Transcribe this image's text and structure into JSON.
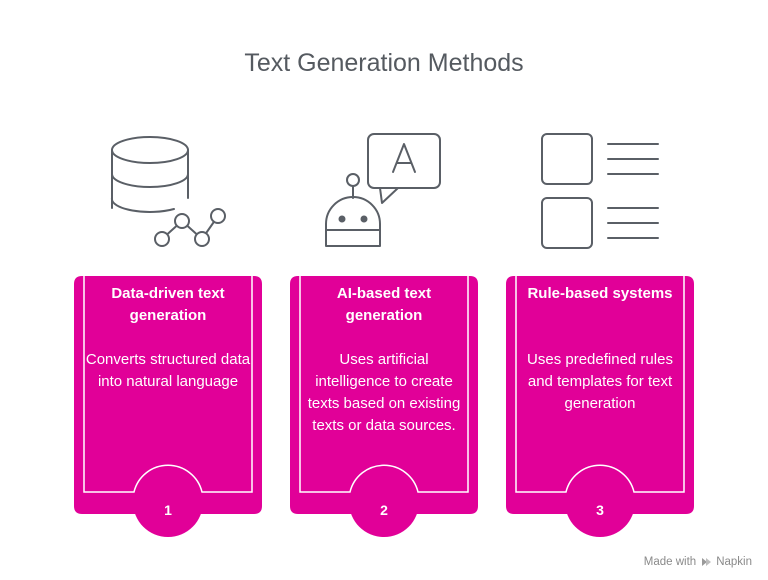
{
  "title": "Text Generation Methods",
  "accent_color": "#e10098",
  "icon_color": "#5a5f66",
  "cards": [
    {
      "icon": "database-chart-icon",
      "title": "Data-driven text generation",
      "description": "Converts structured data into natural language",
      "number": "1"
    },
    {
      "icon": "robot-chat-icon",
      "title": "AI-based text generation",
      "description": "Uses artificial intelligence to create texts based on existing texts or data sources.",
      "number": "2"
    },
    {
      "icon": "rules-list-icon",
      "title": "Rule-based systems",
      "description": "Uses predefined rules and templates for text generation",
      "number": "3"
    }
  ],
  "footer": {
    "prefix": "Made with",
    "brand": "Napkin",
    "logo_icon": "napkin-logo-icon"
  }
}
